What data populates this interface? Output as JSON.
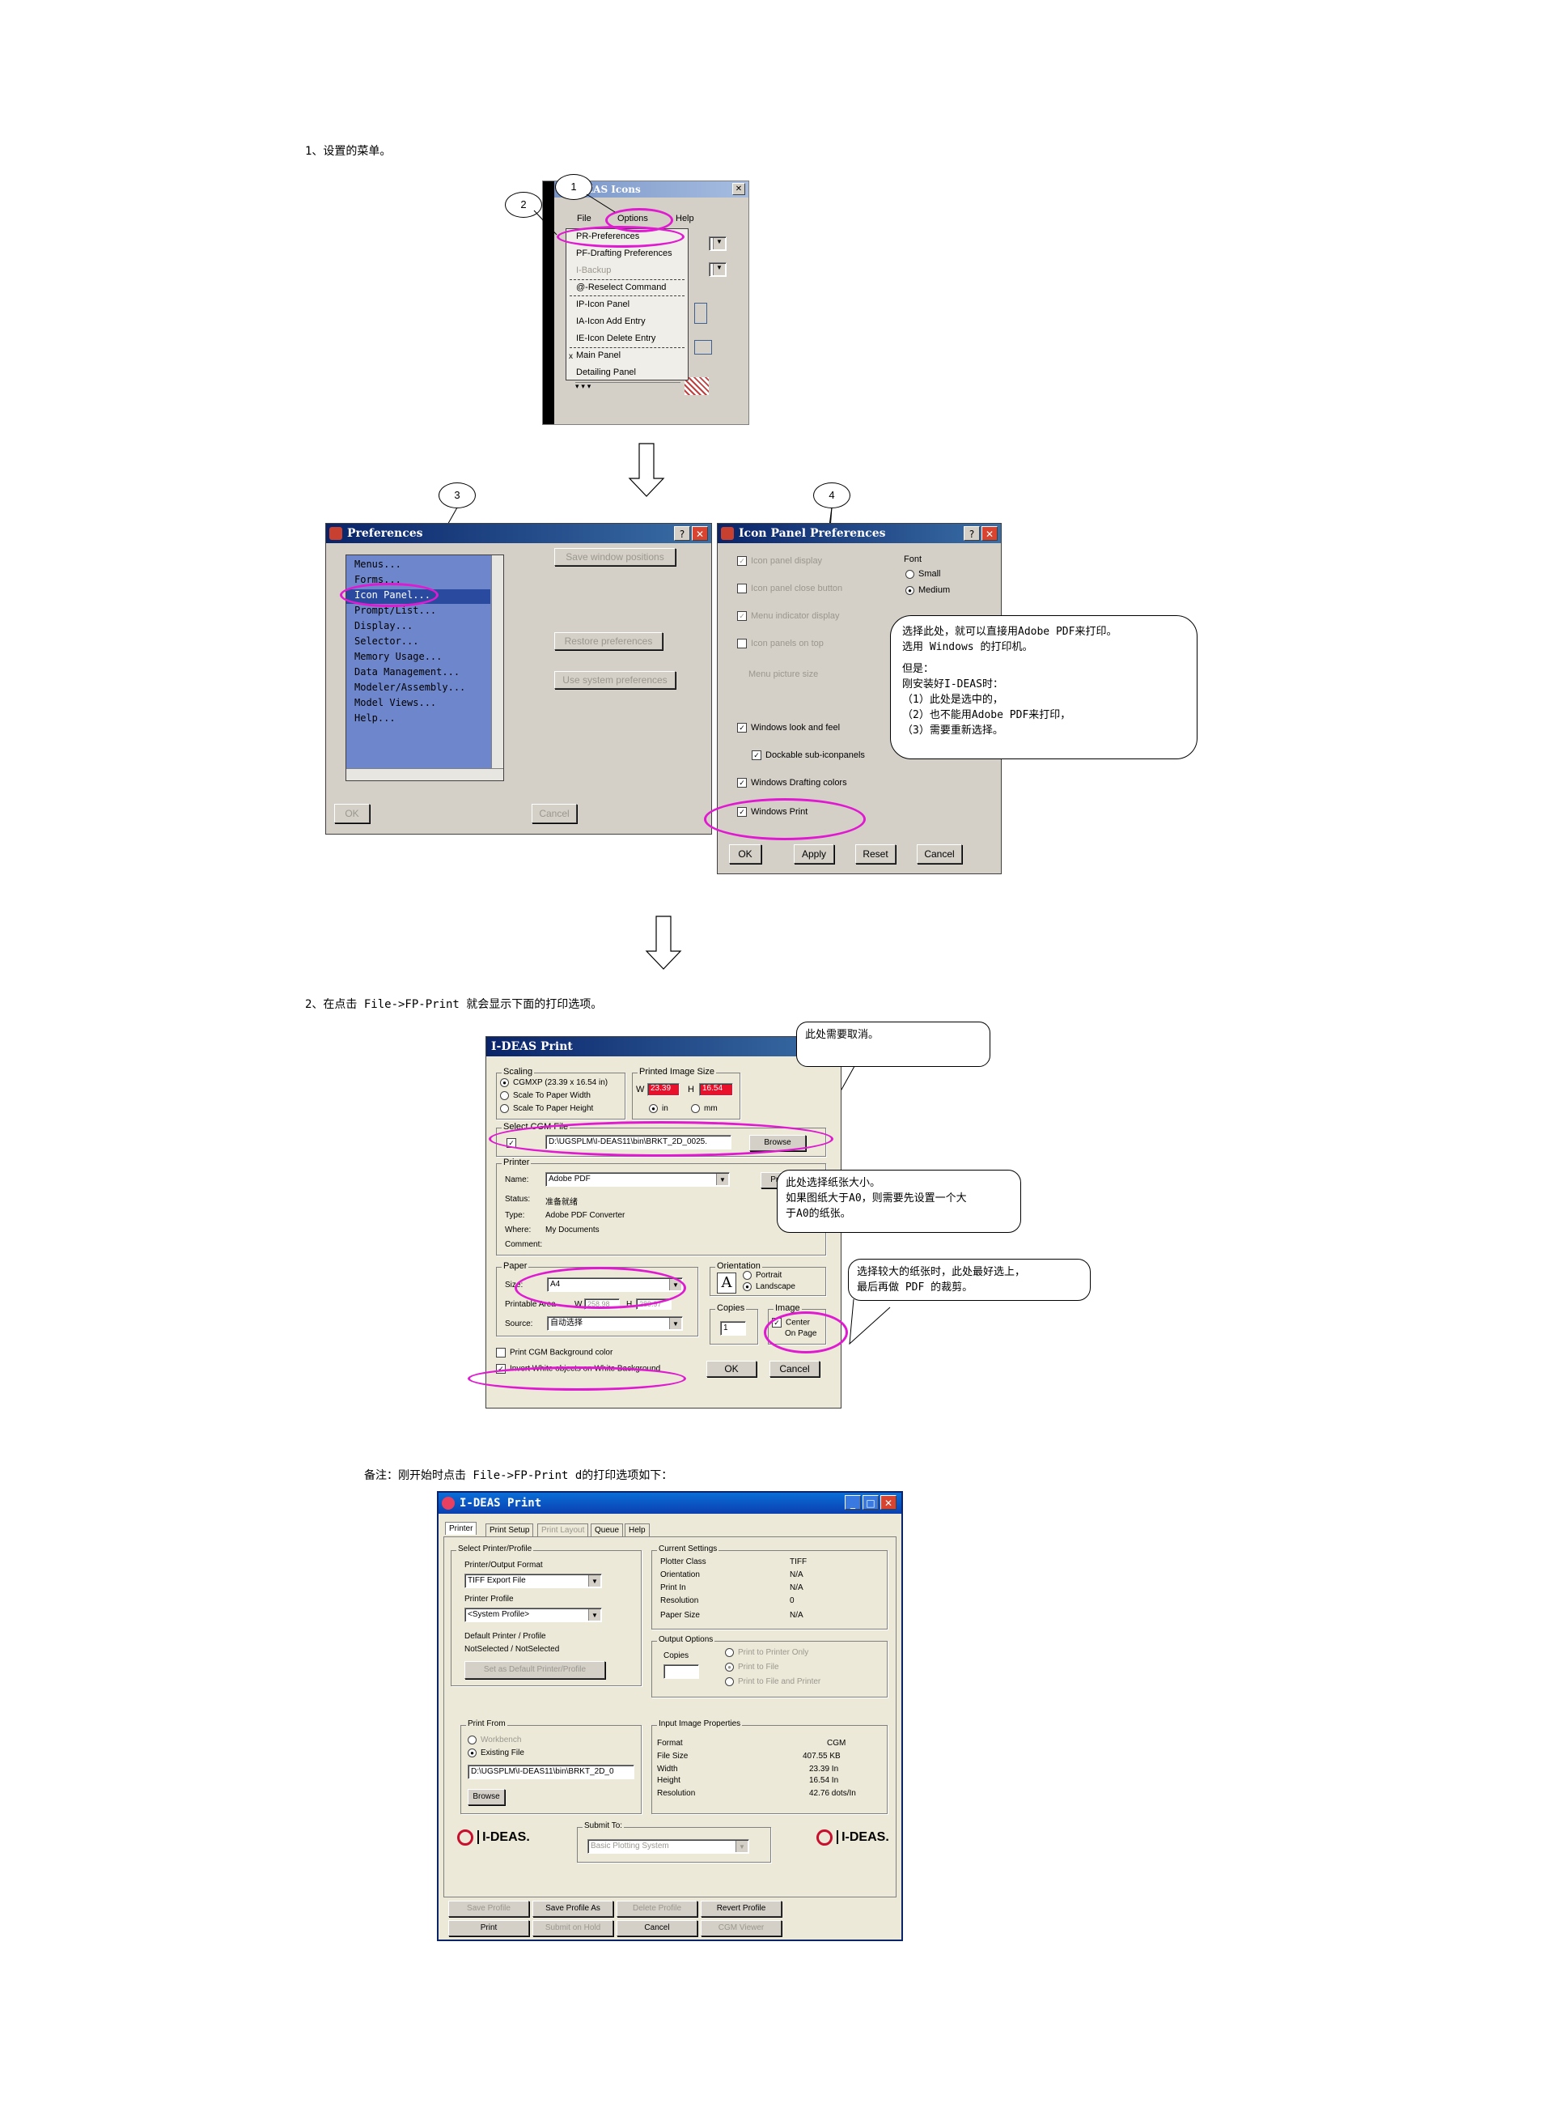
{
  "step1": {
    "text": "1、设置的菜单。"
  },
  "step2": {
    "text": "2、在点击 File->FP-Print 就会显示下面的打印选项。"
  },
  "note": {
    "text": "备注：刚开始时点击 File->FP-Print d的打印选项如下："
  },
  "markers": [
    "1",
    "2",
    "3",
    "4"
  ],
  "icons_window": {
    "title": "I-DEAS Icons",
    "menubar": [
      "File",
      "Options",
      "Help"
    ],
    "items": [
      "PR-Preferences",
      "PF-Drafting Preferences",
      "I-Backup",
      "@-Reselect Command",
      "IP-Icon Panel",
      "IA-Icon Add Entry",
      "IE-Icon Delete Entry",
      "Main Panel",
      "Detailing Panel"
    ],
    "main_panel_mark": "x"
  },
  "prefs_window": {
    "title": "Preferences",
    "list": [
      "Menus...",
      "Forms...",
      "Icon Panel...",
      "Prompt/List...",
      "Display...",
      "Selector...",
      "Memory Usage...",
      "Data Management...",
      "Modeler/Assembly...",
      "Model Views...",
      "Help..."
    ],
    "selected_index": 2,
    "buttons": [
      "Save window positions",
      "Restore preferences",
      "Use system preferences"
    ],
    "ok": "OK",
    "cancel": "Cancel"
  },
  "icon_prefs_window": {
    "title": "Icon Panel Preferences",
    "options": [
      "Icon panel display",
      "Icon panel close button",
      "Menu indicator display",
      "Icon panels on top"
    ],
    "menu_picture_size": "Menu picture size",
    "font_label": "Font",
    "font_small": "Small",
    "font_medium": "Medium",
    "windows_look": "Windows look and feel",
    "dockable": "Dockable sub-iconpanels",
    "drafting_colors": "Windows Drafting colors",
    "windows_print": "Windows Print",
    "buttons": [
      "OK",
      "Apply",
      "Reset",
      "Cancel"
    ]
  },
  "callout_print": {
    "lines": [
      "选择此处，就可以直接用Adobe PDF来打印。",
      "选用 Windows 的打印机。",
      "",
      "但是：",
      "刚安装好I-DEAS时：",
      "（1）此处是选中的，",
      "（2）也不能用Adobe PDF来打印，",
      "（3）需要重新选择。"
    ]
  },
  "print_window": {
    "title": "I-DEAS Print",
    "scaling_label": "Scaling",
    "scaling_options": [
      "CGMXP (23.39 x 16.54 in)",
      "Scale To Paper Width",
      "Scale To Paper Height"
    ],
    "image_size_label": "Printed Image Size",
    "w_label": "W",
    "w_value": "23.39",
    "h_label": "H",
    "h_value": "16.54",
    "unit_in": "in",
    "unit_mm": "mm",
    "cgm_label": "Select CGM File",
    "cgm_path": "D:\\UGSPLM\\I-DEAS11\\bin\\BRKT_2D_0025.",
    "browse": "Browse",
    "printer_label": "Printer",
    "name_label": "Name:",
    "name_value": "Adobe PDF",
    "properties": "Properties",
    "status_label": "Status:",
    "status_value": "准备就绪",
    "type_label": "Type:",
    "type_value": "Adobe PDF Converter",
    "where_label": "Where:",
    "where_value": "My Documents",
    "comment_label": "Comment:",
    "paper_label": "Paper",
    "size_label": "Size:",
    "size_value": "A4",
    "printable_area_label": "Printable Area",
    "pa_w_label": "W",
    "pa_w_value": "258.98",
    "pa_h_label": "H",
    "pa_h_value": "289.97",
    "source_label": "Source:",
    "source_value": "自动选择",
    "orientation_label": "Orientation",
    "portrait": "Portrait",
    "landscape": "Landscape",
    "orientation_icon": "A",
    "copies_label": "Copies",
    "copies_value": "1",
    "image_label": "Image",
    "center_on_page": [
      "Center",
      "On Page"
    ],
    "print_bg": "Print CGM Background color",
    "invert_white": "Invert White objects on White Background",
    "ok": "OK",
    "cancel": "Cancel"
  },
  "callout_cancel": {
    "text": "此处需要取消。"
  },
  "callout_paper": {
    "lines": [
      "此处选择纸张大小。",
      "如果图纸大于A0，则需要先设置一个大",
      "于A0的纸张。"
    ]
  },
  "callout_center": {
    "lines": [
      "选择较大的纸张时，此处最好选上，",
      "最后再做 PDF 的裁剪。"
    ]
  },
  "print2_window": {
    "title": "I-DEAS Print",
    "tabs": [
      "Printer",
      "Print Setup",
      "Print Layout",
      "Queue",
      "Help"
    ],
    "select_printer_label": "Select Printer/Profile",
    "output_format_label": "Printer/Output Format",
    "output_format_value": "TIFF Export File",
    "profile_label": "Printer Profile",
    "profile_value": "<System Profile>",
    "default_label": "Default Printer / Profile",
    "default_value": "NotSelected / NotSelected",
    "set_default": "Set as Default Printer/Profile",
    "current_settings_label": "Current Settings",
    "settings": [
      {
        "k": "Plotter Class",
        "v": "TIFF"
      },
      {
        "k": "Orientation",
        "v": "N/A"
      },
      {
        "k": "Print In",
        "v": "N/A"
      },
      {
        "k": "Resolution",
        "v": "0"
      },
      {
        "k": "Paper Size",
        "v": "N/A"
      }
    ],
    "output_options_label": "Output Options",
    "copies_label": "Copies",
    "output_opts": [
      "Print to Printer Only",
      "Print to File",
      "Print to File and Printer"
    ],
    "print_from_label": "Print From",
    "workbench": "Workbench",
    "existing_file": "Existing File",
    "file_path": "D:\\UGSPLM\\I-DEAS11\\bin\\BRKT_2D_0",
    "browse": "Browse",
    "input_props_label": "Input Image Properties",
    "props": [
      {
        "k": "Format",
        "v": "CGM"
      },
      {
        "k": "File Size",
        "v": "407.55 KB"
      },
      {
        "k": "Width",
        "v": "23.39  In"
      },
      {
        "k": "Height",
        "v": "16.54  In"
      },
      {
        "k": "Resolution",
        "v": "42.76  dots/In"
      }
    ],
    "logo": "I-DEAS.",
    "submit_to_label": "Submit To:",
    "submit_to_value": "Basic Plotting System",
    "bottom_row1": [
      "Save Profile",
      "Save Profile As",
      "Delete Profile",
      "Revert Profile"
    ],
    "bottom_row2": [
      "Print",
      "Submit on Hold",
      "Cancel",
      "CGM Viewer"
    ]
  },
  "colors": {
    "highlight": "#e01ad0",
    "title_bar": "#0a246a",
    "dialog_bg": "#d4d0c8",
    "red_field": "#e8102a"
  }
}
